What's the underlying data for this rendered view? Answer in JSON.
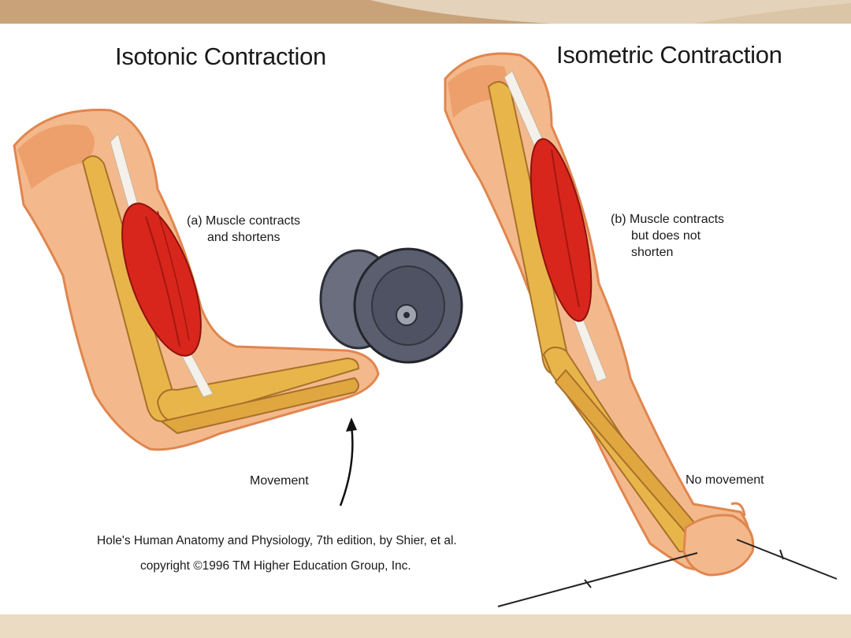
{
  "slide": {
    "colors": {
      "top_band": "#c9a27a",
      "bottom_band": "#eadbc2",
      "muscle": "#d8261c",
      "bone": "#e8b54a",
      "skin": "#f3b98c",
      "weight": "#5a5e6e"
    }
  },
  "left": {
    "title": "Isotonic Contraction",
    "label_a_line1": "(a) Muscle contracts",
    "label_a_line2": "and shortens",
    "movement": "Movement"
  },
  "right": {
    "title": "Isometric Contraction",
    "label_b_line1": "(b) Muscle contracts",
    "label_b_line2": "but does not",
    "label_b_line3": "shorten",
    "no_movement": "No movement"
  },
  "credit": {
    "line1": "Hole's Human Anatomy and Physiology, 7th edition, by Shier, et al.",
    "line2": "copyright ©1996 TM Higher Education Group, Inc."
  }
}
